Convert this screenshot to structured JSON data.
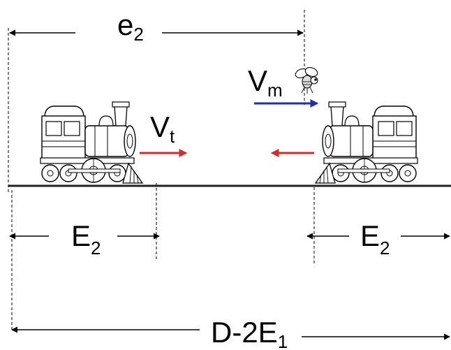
{
  "labels": {
    "e_main": "e",
    "e_sub": "2",
    "vt_main": "V",
    "vt_sub": "t",
    "vm_main": "V",
    "vm_sub": "m",
    "E_left_main": "E",
    "E_left_sub": "2",
    "E_right_main": "E",
    "E_right_sub": "2",
    "D_main": "D-2E",
    "D_sub": "1"
  },
  "colors": {
    "velocity_train": "#d62a2a",
    "velocity_fly": "#1f2fb0",
    "line": "#000000",
    "ground": "#222222"
  },
  "icons": [
    "steam-locomotive-left-icon",
    "steam-locomotive-right-icon",
    "fly-icon"
  ]
}
